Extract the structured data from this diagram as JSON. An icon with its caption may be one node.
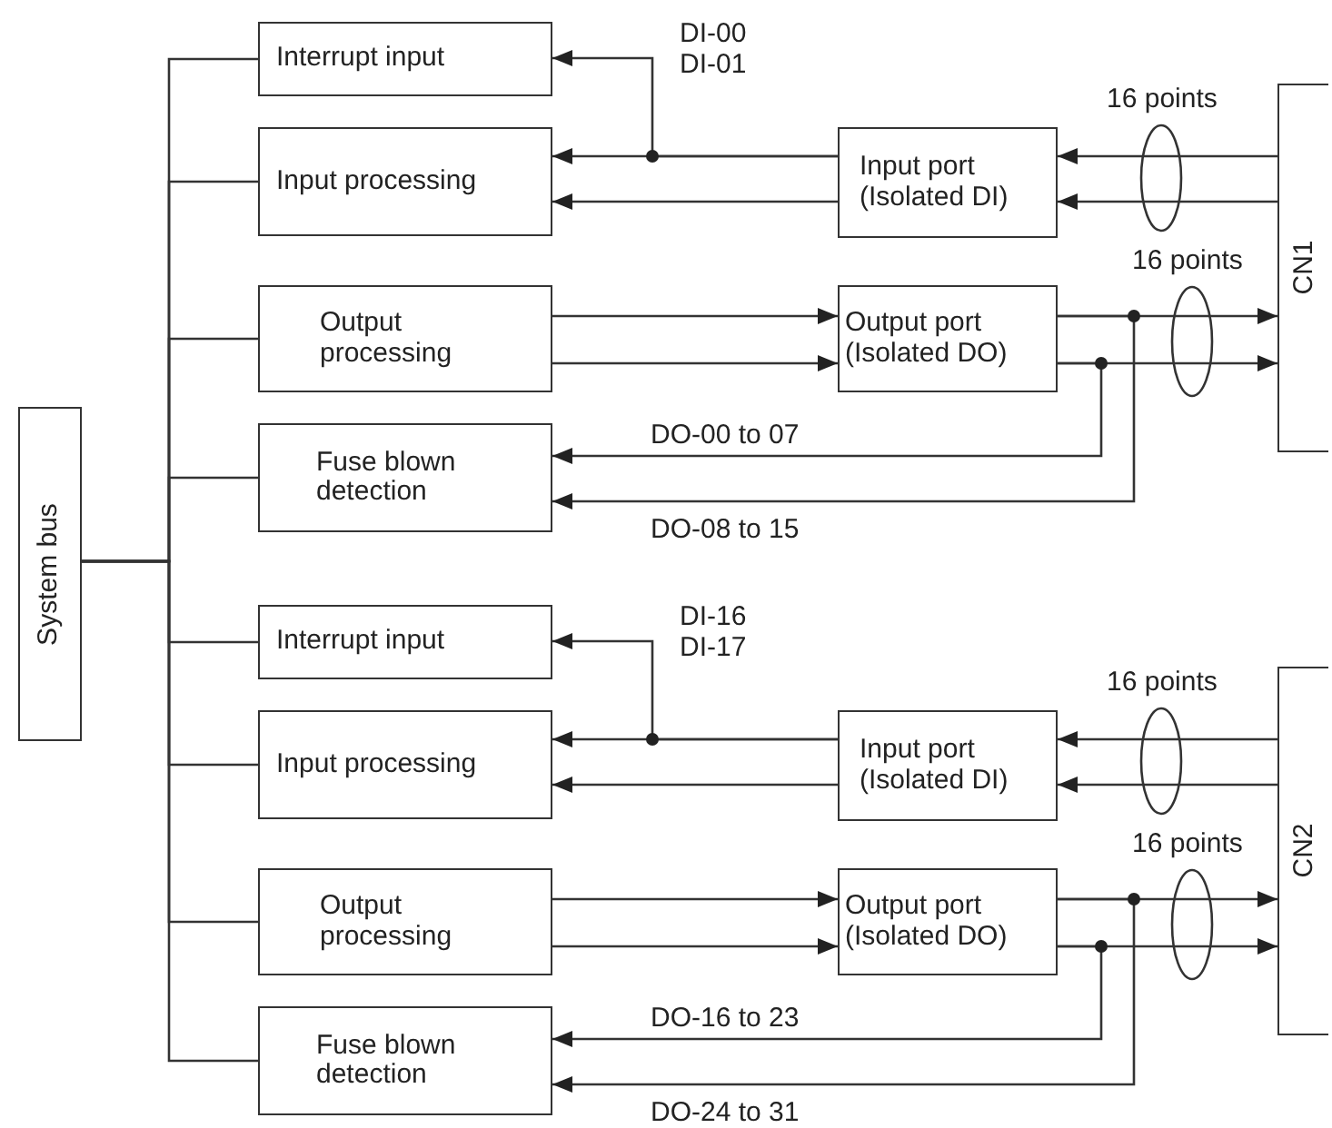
{
  "diagram": {
    "nodes": [
      {
        "text": [
          "System bus"
        ]
      },
      {
        "text": [
          "Interrupt input"
        ]
      },
      {
        "text": [
          "Input processing"
        ]
      },
      {
        "text": [
          "Output processing"
        ]
      },
      {
        "text": [
          "Fuse blown detection"
        ]
      },
      {
        "text": [
          "Input port (Isolated DI)"
        ]
      },
      {
        "text": [
          "Output port (Isolated DO)"
        ]
      },
      {
        "text": [
          "CN1"
        ]
      },
      {
        "text": [
          "Interrupt input"
        ]
      },
      {
        "text": [
          "Input processing"
        ]
      },
      {
        "text": [
          "Output processing"
        ]
      },
      {
        "text": [
          "Fuse blown detection"
        ]
      },
      {
        "text": [
          "Input port (Isolated DI)"
        ]
      },
      {
        "text": [
          "Output port (Isolated DO)"
        ]
      },
      {
        "text": [
          "CN2"
        ]
      }
    ],
    "edges": [
      {
        "from": 0,
        "to": 1,
        "arrow": "none"
      },
      {
        "from": 0,
        "to": 2,
        "arrow": "none"
      },
      {
        "from": 0,
        "to": 3,
        "arrow": "none"
      },
      {
        "from": 0,
        "to": 4,
        "arrow": "none"
      },
      {
        "from": 5,
        "to": 2,
        "arrow": "to"
      },
      {
        "from": 5,
        "to": 2,
        "arrow": "to"
      },
      {
        "from": 5,
        "to": 1,
        "arrow": "to",
        "label": "DI-00 DI-01"
      },
      {
        "from": 7,
        "to": 5,
        "arrow": "to"
      },
      {
        "from": 7,
        "to": 5,
        "arrow": "to"
      },
      {
        "from": 3,
        "to": 6,
        "arrow": "to"
      },
      {
        "from": 3,
        "to": 6,
        "arrow": "to"
      },
      {
        "from": 6,
        "to": 7,
        "arrow": "to"
      },
      {
        "from": 6,
        "to": 7,
        "arrow": "to"
      },
      {
        "from": 6,
        "to": 4,
        "arrow": "to",
        "label": "DO-00 to 07"
      },
      {
        "from": 6,
        "to": 4,
        "arrow": "to",
        "label": "DO-08 to 15"
      },
      {
        "from": 0,
        "to": 8,
        "arrow": "none"
      },
      {
        "from": 0,
        "to": 9,
        "arrow": "none"
      },
      {
        "from": 0,
        "to": 10,
        "arrow": "none"
      },
      {
        "from": 0,
        "to": 11,
        "arrow": "none"
      },
      {
        "from": 12,
        "to": 9,
        "arrow": "to"
      },
      {
        "from": 12,
        "to": 9,
        "arrow": "to"
      },
      {
        "from": 12,
        "to": 8,
        "arrow": "to",
        "label": "DI-16 DI-17"
      },
      {
        "from": 14,
        "to": 12,
        "arrow": "to"
      },
      {
        "from": 14,
        "to": 12,
        "arrow": "to"
      },
      {
        "from": 10,
        "to": 13,
        "arrow": "to"
      },
      {
        "from": 10,
        "to": 13,
        "arrow": "to"
      },
      {
        "from": 13,
        "to": 14,
        "arrow": "to"
      },
      {
        "from": 13,
        "to": 14,
        "arrow": "to"
      },
      {
        "from": 13,
        "to": 11,
        "arrow": "to",
        "label": "DO-16 to 23"
      },
      {
        "from": 13,
        "to": 11,
        "arrow": "to",
        "label": "DO-24 to 31"
      }
    ],
    "labels": [
      "16 points",
      "16 points",
      "16 points",
      "16 points"
    ]
  }
}
